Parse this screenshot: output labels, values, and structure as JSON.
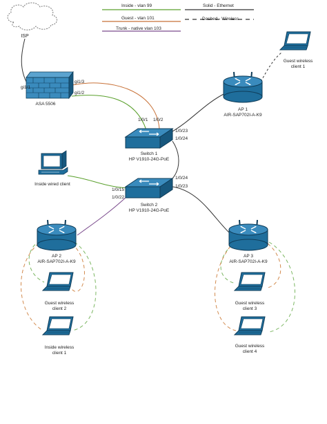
{
  "legend": {
    "inside": "Inside - vlan 99",
    "guest": "Guest - vlan 101",
    "trunk": "Trunk -  native vlan 103",
    "solid": "Solid - Ethernet",
    "dashed": "Dashed - Wireless"
  },
  "colors": {
    "inside": "#5aa02c",
    "guest": "#c87137",
    "trunk": "#7a4a8c",
    "ethernet": "#333333",
    "device_blue": "#1f6e9c",
    "dashed_green": "#7bb661",
    "dashed_orange": "#d28a4e"
  },
  "nodes": {
    "isp": {
      "label": "ISP"
    },
    "asa": {
      "label": "ASA 5506",
      "ports": {
        "gi11": "gi1/1",
        "gi13": "gi1/3",
        "gi12": "gi1/2"
      }
    },
    "switch1": {
      "line1": "Switch 1",
      "line2": "HP V1910-24G-PoE",
      "ports": {
        "p1": "1/0/1",
        "p2": "1/0/2",
        "p23": "1/0/23",
        "p24": "1/0/24"
      }
    },
    "switch2": {
      "line1": "Switch 2",
      "line2": "HP V1910-24G-PoE",
      "ports": {
        "p24": "1/0/24",
        "p23": "1/0/23",
        "p15": "1/0/15",
        "p22": "1/0/22"
      }
    },
    "ap1": {
      "line1": "AP 1",
      "line2": "AIR-SAP702I-A-K9"
    },
    "ap2": {
      "line1": "AP 2",
      "line2": "AIR-SAP702I-A-K9"
    },
    "ap3": {
      "line1": "AP 3",
      "line2": "AIR-SAP702I-A-K9"
    },
    "client_guest1": {
      "line1": "Guest wireless",
      "line2": "client 1"
    },
    "client_wired": {
      "line1": "Inside wired client"
    },
    "client_guest2": {
      "line1": "Guest wireless",
      "line2": "client 2"
    },
    "client_inside1": {
      "line1": "Inside wireless",
      "line2": "client 1"
    },
    "client_guest3": {
      "line1": "Guest wireless",
      "line2": "client 3"
    },
    "client_guest4": {
      "line1": "Guest wireless",
      "line2": "client 4"
    }
  }
}
